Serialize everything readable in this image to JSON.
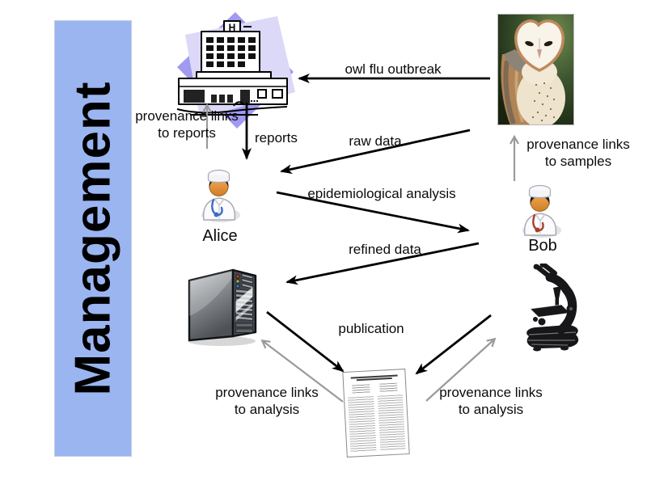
{
  "banner": {
    "label": "Management",
    "bg_color": "#9bb5f1"
  },
  "actors": {
    "alice": {
      "label": "Alice"
    },
    "bob": {
      "label": "Bob"
    }
  },
  "hospital": {
    "sign": "H"
  },
  "labels": {
    "owl_flu": "owl flu outbreak",
    "reports": "reports",
    "raw_data": "raw data",
    "epi_analysis": "epidemiological analysis",
    "refined_data": "refined data",
    "publication": "publication",
    "prov_reports": {
      "l1": "provenance links",
      "l2": "to reports"
    },
    "prov_samples": {
      "l1": "provenance links",
      "l2": "to samples"
    },
    "prov_analysis_left": {
      "l1": "provenance links",
      "l2": "to analysis"
    },
    "prov_analysis_right": {
      "l1": "provenance links",
      "l2": "to analysis"
    }
  },
  "icons": {
    "hospital": "hospital-building-icon",
    "owl": "barn-owl-photo",
    "alice": "doctor-avatar-icon",
    "bob": "doctor-avatar-icon",
    "server": "server-tower-icon",
    "microscope": "microscope-icon",
    "document": "publication-paper-icon"
  },
  "colors": {
    "arrow_black": "#000000",
    "arrow_gray": "#9a9a9a"
  }
}
